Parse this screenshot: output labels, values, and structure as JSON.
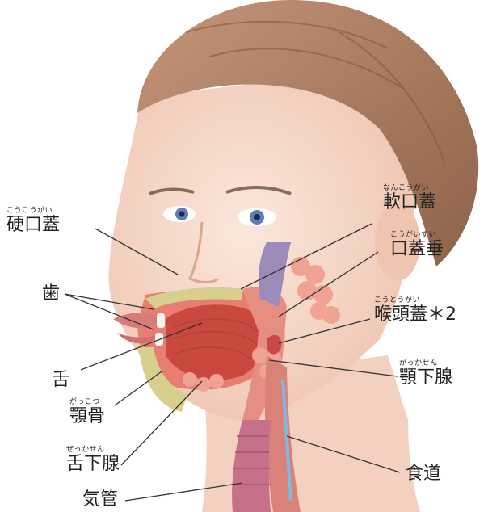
{
  "labels": {
    "hard_palate": {
      "text": "硬口蓋",
      "ruby": "こうこうがい"
    },
    "soft_palate": {
      "text": "軟口蓋",
      "ruby": "なんこうがい"
    },
    "uvula": {
      "text": "口蓋垂",
      "ruby": "こうがいすい"
    },
    "teeth": {
      "text": "歯",
      "ruby": ""
    },
    "epiglottis": {
      "text": "喉頭蓋＊2",
      "ruby": "こうとうがい"
    },
    "tongue": {
      "text": "舌",
      "ruby": ""
    },
    "submandibular_gland": {
      "text": "顎下腺",
      "ruby": "がっかせん"
    },
    "jaw_bone": {
      "text": "顎骨",
      "ruby": "がっこつ"
    },
    "sublingual_gland": {
      "text": "舌下腺",
      "ruby": "ぜっかせん"
    },
    "esophagus": {
      "text": "食道",
      "ruby": ""
    },
    "trachea": {
      "text": "気管",
      "ruby": ""
    }
  }
}
